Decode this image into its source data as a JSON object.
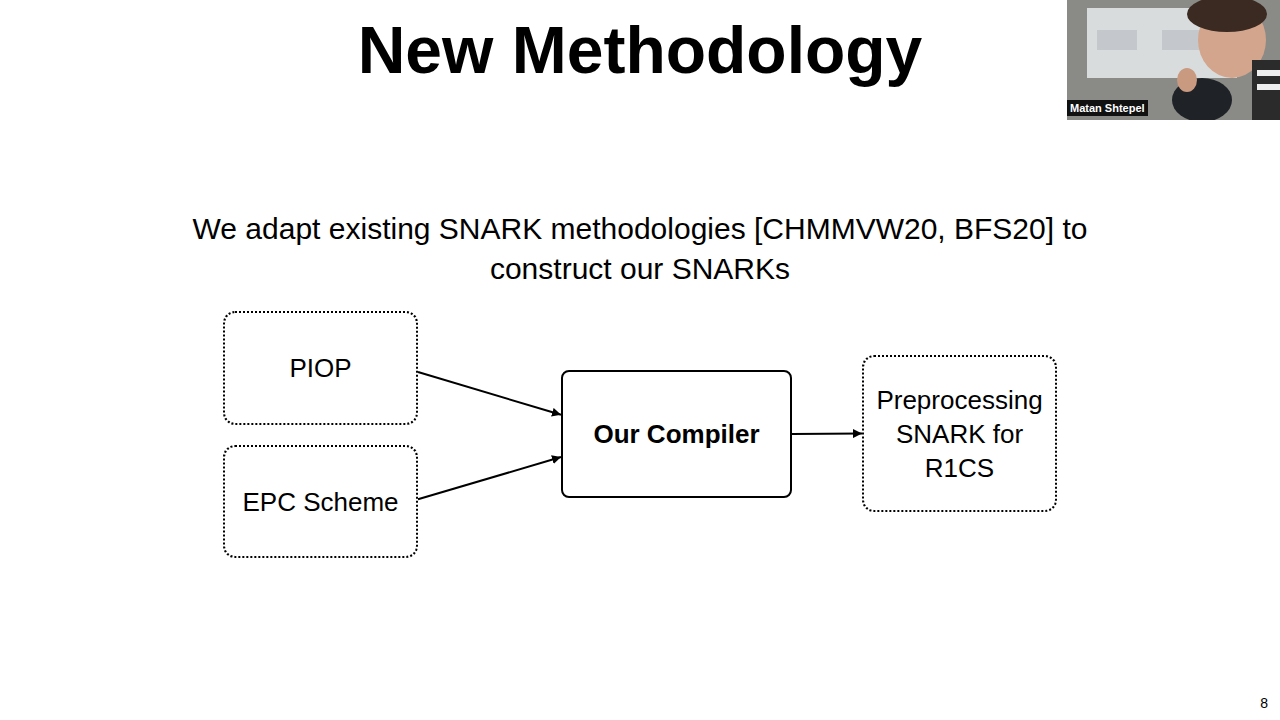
{
  "diagram": {
    "title": "New Methodology",
    "nodes": [
      {
        "text": [
          "PIOP"
        ]
      },
      {
        "text": [
          "EPC Scheme"
        ]
      },
      {
        "text": [
          "Our Compiler"
        ]
      },
      {
        "text": [
          "Preprocessing SNARK for R1CS"
        ]
      }
    ],
    "edges": [
      {
        "from": 0,
        "to": 2,
        "arrow": "to"
      },
      {
        "from": 1,
        "to": 2,
        "arrow": "to"
      },
      {
        "from": 2,
        "to": 3,
        "arrow": "to"
      }
    ],
    "labels": [
      "We adapt existing SNARK methodologies [CHMMVW20, BFS20] to construct our SNARKs",
      "Matan Shtepel",
      "8"
    ]
  }
}
